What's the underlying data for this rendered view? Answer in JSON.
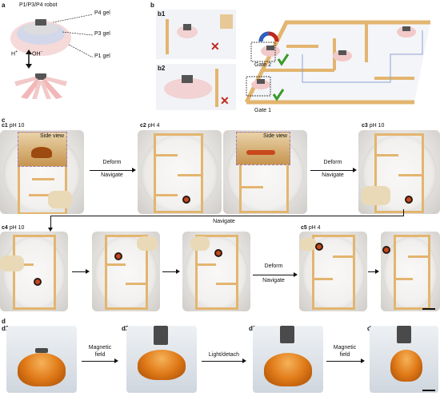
{
  "panel_a": {
    "letter": "a",
    "robot_label": "P1/P3/P4 robot",
    "layers": [
      "P4 gel",
      "P3 gel",
      "P1 gel"
    ],
    "acid": "H",
    "acid_sup": "+",
    "base": "OH",
    "base_sup": "−"
  },
  "panel_b": {
    "letter": "b",
    "b1": "b1",
    "b2": "b2",
    "gate2": "Gate 2",
    "gate1": "Gate 1"
  },
  "panel_c": {
    "letter": "c",
    "c1": {
      "id": "c1",
      "ph": "pH 10",
      "side": "Side view"
    },
    "c2": {
      "id": "c2",
      "ph": "pH 4",
      "side": "Side view"
    },
    "c3": {
      "id": "c3",
      "ph": "pH 10"
    },
    "c4": {
      "id": "c4",
      "ph": "pH 10"
    },
    "c5": {
      "id": "c5",
      "ph": "pH 4"
    },
    "arrow1_top": "Deform",
    "arrow1_bot": "Navigate",
    "arrow2_top": "Deform",
    "arrow2_bot": "Navigate",
    "arrow_long": "Navigate",
    "arrow3_top": "Deform",
    "arrow3_bot": "Navigate"
  },
  "panel_d": {
    "letter": "d",
    "d1": "d1",
    "d2": "d2",
    "d3": "d3",
    "d4": "d4",
    "arrow1_top": "Magnetic",
    "arrow1_bot": "field",
    "arrow2": "Light/detach",
    "arrow3_top": "Magnetic",
    "arrow3_bot": "field"
  },
  "colors": {
    "gel": "#e3b56f",
    "robot": "#c8481c",
    "check": "#3a9a2a",
    "cross": "#c0271c"
  }
}
